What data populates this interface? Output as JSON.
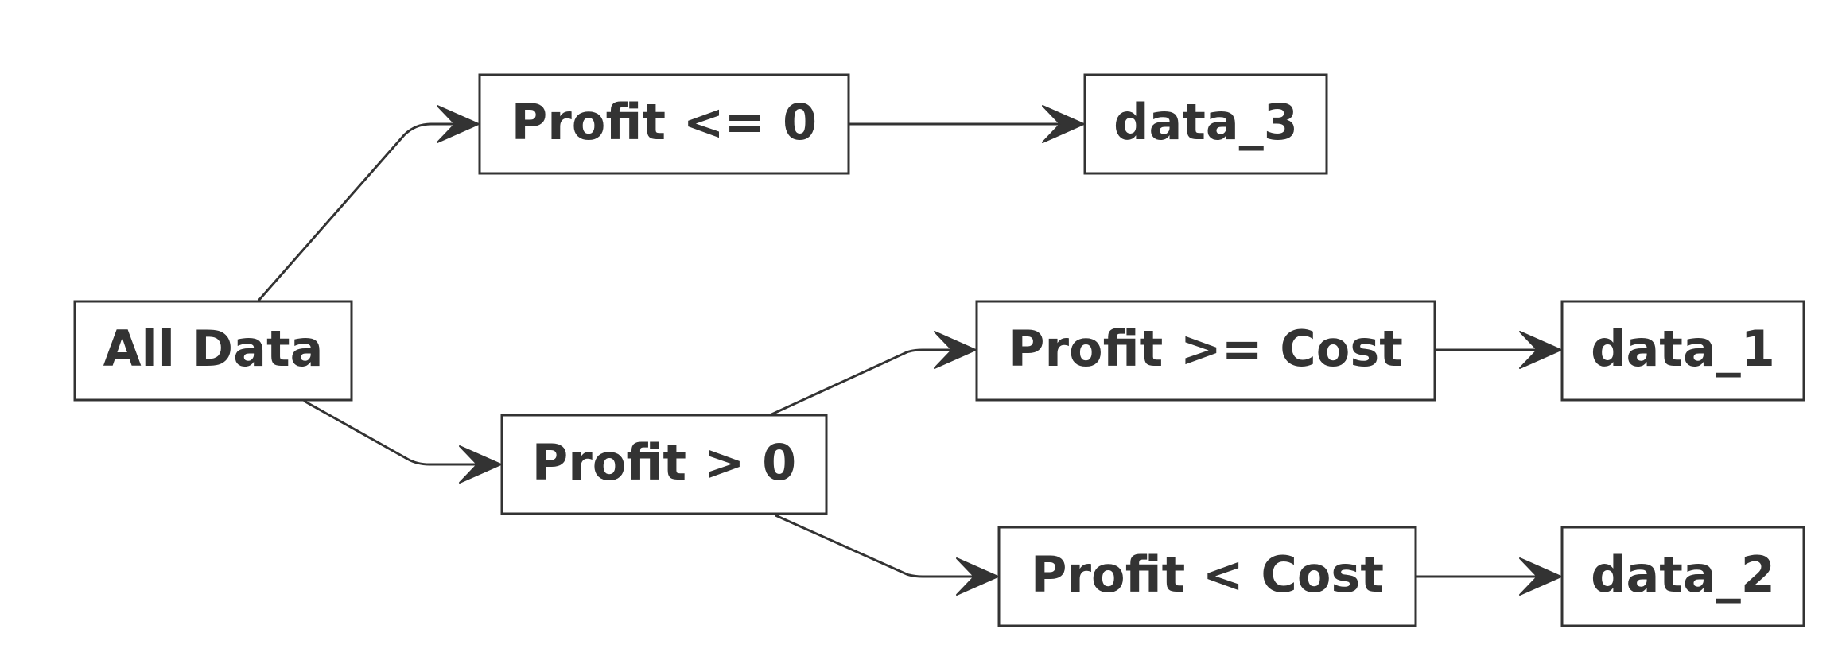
{
  "colors": {
    "stroke": "#333333",
    "text": "#333333",
    "background": "#ffffff"
  },
  "nodes": {
    "all_data": "All Data",
    "profit_le_0": "Profit <= 0",
    "profit_gt_0": "Profit > 0",
    "profit_ge_cost": "Profit >= Cost",
    "profit_lt_cost": "Profit < Cost",
    "data_3": "data_3",
    "data_1": "data_1",
    "data_2": "data_2"
  },
  "edges": [
    {
      "from": "all_data",
      "to": "profit_le_0"
    },
    {
      "from": "all_data",
      "to": "profit_gt_0"
    },
    {
      "from": "profit_le_0",
      "to": "data_3"
    },
    {
      "from": "profit_gt_0",
      "to": "profit_ge_cost"
    },
    {
      "from": "profit_gt_0",
      "to": "profit_lt_cost"
    },
    {
      "from": "profit_ge_cost",
      "to": "data_1"
    },
    {
      "from": "profit_lt_cost",
      "to": "data_2"
    }
  ]
}
